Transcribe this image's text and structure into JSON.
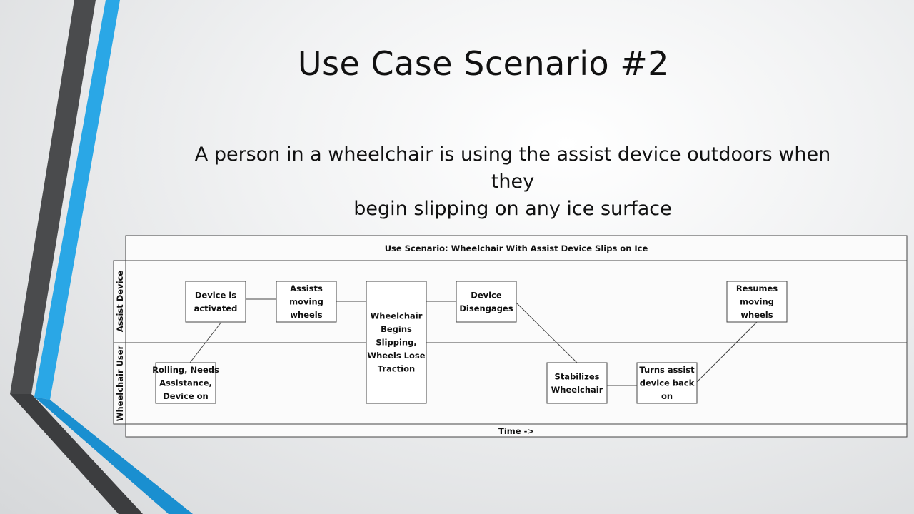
{
  "slide": {
    "title": "Use Case Scenario #2",
    "description_lines": [
      "A person in a wheelchair is using the assist device outdoors when they",
      "begin slipping on any ice surface"
    ]
  },
  "diagram": {
    "header": "Use Scenario: Wheelchair With Assist Device Slips on Ice",
    "footer": "Time ->",
    "lanes": [
      "Assist Device",
      "Wheelchair User"
    ],
    "nodes": [
      {
        "id": "device-activated",
        "lines": [
          "Device is",
          "activated"
        ]
      },
      {
        "id": "assists-moving-wheels",
        "lines": [
          "Assists",
          "moving",
          "wheels"
        ]
      },
      {
        "id": "wheelchair-begins-slipping",
        "lines": [
          "Wheelchair",
          "Begins",
          "Slipping,",
          "Wheels Lose",
          "Traction"
        ]
      },
      {
        "id": "device-disengages",
        "lines": [
          "Device",
          "Disengages"
        ]
      },
      {
        "id": "resumes-moving-wheels",
        "lines": [
          "Resumes",
          "moving",
          "wheels"
        ]
      },
      {
        "id": "rolling-needs-assistance",
        "lines": [
          "Rolling, Needs",
          "Assistance,",
          "Device on"
        ]
      },
      {
        "id": "stabilizes-wheelchair",
        "lines": [
          "Stabilizes",
          "Wheelchair"
        ]
      },
      {
        "id": "turns-assist-device-on",
        "lines": [
          "Turns assist",
          "device back",
          "on"
        ]
      }
    ],
    "edges": [
      [
        "rolling-needs-assistance",
        "device-activated"
      ],
      [
        "device-activated",
        "assists-moving-wheels"
      ],
      [
        "assists-moving-wheels",
        "wheelchair-begins-slipping"
      ],
      [
        "wheelchair-begins-slipping",
        "device-disengages"
      ],
      [
        "device-disengages",
        "stabilizes-wheelchair"
      ],
      [
        "stabilizes-wheelchair",
        "turns-assist-device-on"
      ],
      [
        "turns-assist-device-on",
        "resumes-moving-wheels"
      ]
    ]
  }
}
